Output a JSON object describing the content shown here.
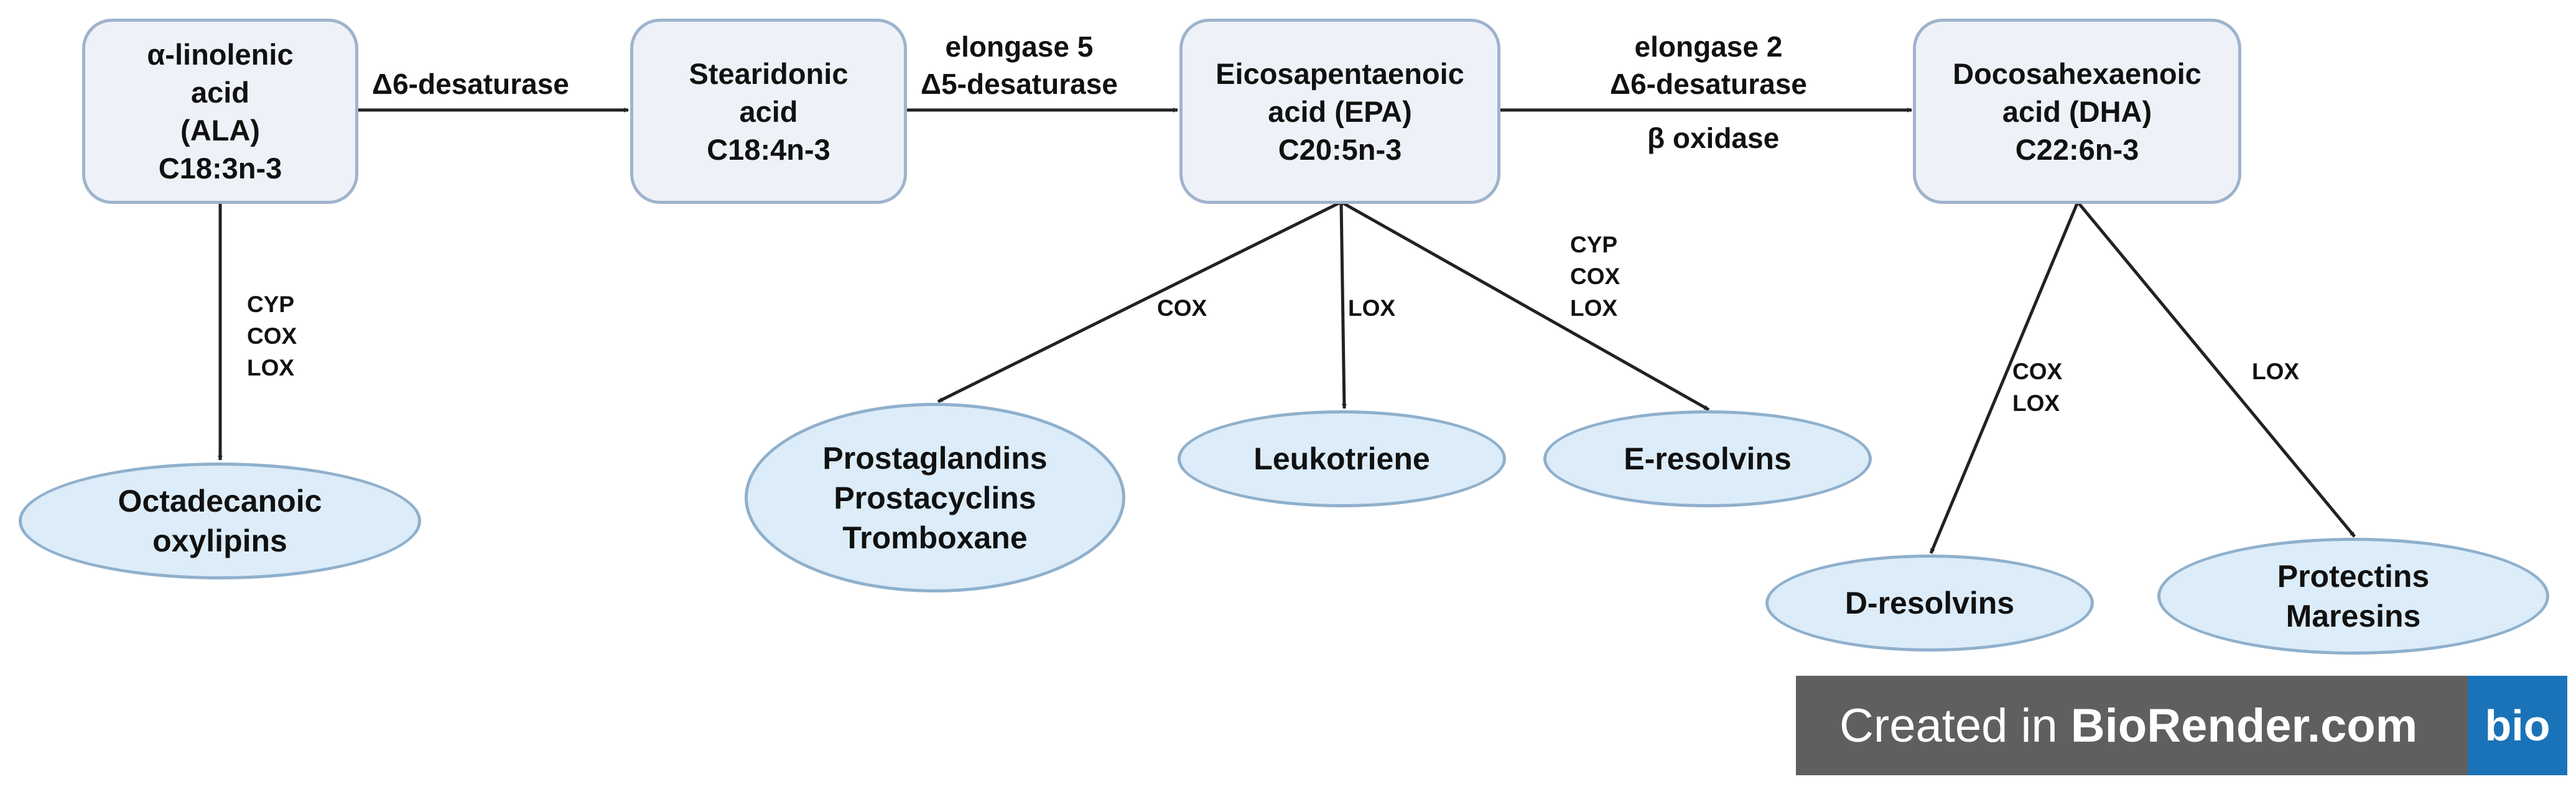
{
  "nodes": {
    "ala": {
      "lines": [
        "α-linolenic",
        "acid",
        "(ALA)",
        "C18:3n-3"
      ]
    },
    "sda": {
      "lines": [
        "Stearidonic",
        "acid",
        "C18:4n-3"
      ]
    },
    "epa": {
      "lines": [
        "Eicosapentaenoic",
        "acid (EPA)",
        "C20:5n-3"
      ]
    },
    "dha": {
      "lines": [
        "Docosahexaenoic",
        "acid (DHA)",
        "C22:6n-3"
      ]
    }
  },
  "products": {
    "octadecanoic": {
      "lines": [
        "Octadecanoic",
        "oxylipins"
      ]
    },
    "prostaglandins": {
      "lines": [
        "Prostaglandins",
        "Prostacyclins",
        "Tromboxane"
      ]
    },
    "leukotriene": {
      "lines": [
        "Leukotriene"
      ]
    },
    "e_resolvins": {
      "lines": [
        "E-resolvins"
      ]
    },
    "d_resolvins": {
      "lines": [
        "D-resolvins"
      ]
    },
    "protectins": {
      "lines": [
        "Protectins",
        "Maresins"
      ]
    }
  },
  "edge_labels": {
    "ala_to_sda": [
      "Δ6-desaturase"
    ],
    "sda_to_epa": [
      "elongase 5",
      "Δ5-desaturase"
    ],
    "epa_to_dha_top": [
      "elongase 2",
      "Δ6-desaturase"
    ],
    "epa_to_dha_bottom": [
      "β oxidase"
    ],
    "ala_to_octadecanoic": [
      "CYP",
      "COX",
      "LOX"
    ],
    "epa_to_prostaglandins": [
      "COX"
    ],
    "epa_to_leukotriene": [
      "LOX"
    ],
    "epa_to_e_resolvins": [
      "CYP",
      "COX",
      "LOX"
    ],
    "dha_to_d_resolvins": [
      "COX",
      "LOX"
    ],
    "dha_to_protectins": [
      "LOX"
    ]
  },
  "badge": {
    "prefix": "Created in ",
    "brand": "BioRender.com",
    "logo": "bio"
  },
  "colors": {
    "box_fill": "#eef2f8",
    "box_border": "#9fb3cc",
    "oval_fill": "#dcecf9",
    "oval_border": "#8fb0cc",
    "arrow": "#222222",
    "badge_bg": "#5f5f5f",
    "logo_bg": "#1a73b8"
  }
}
